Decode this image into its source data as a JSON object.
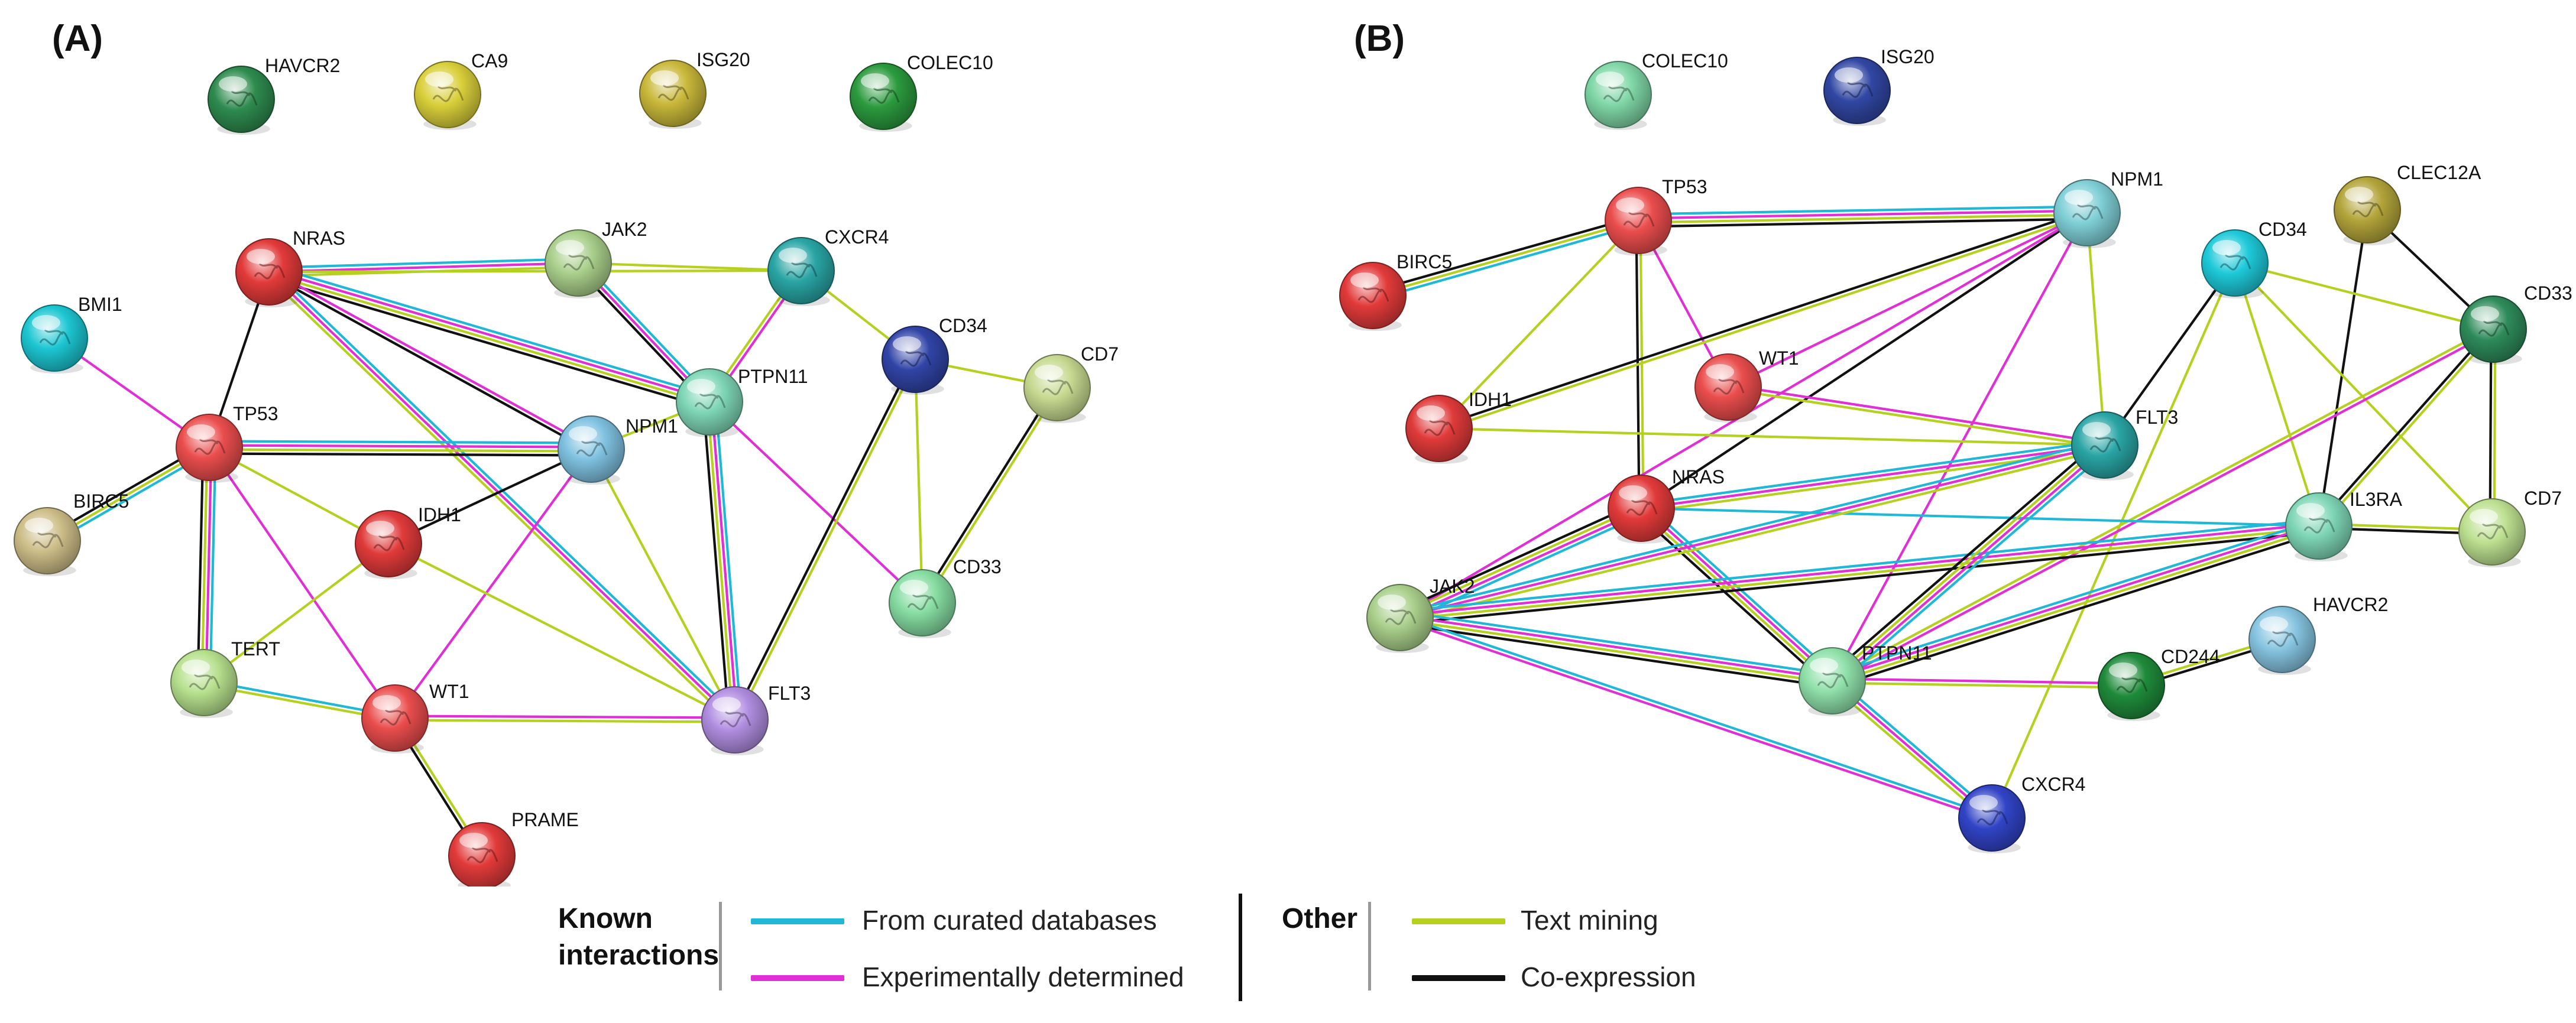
{
  "panels": [
    {
      "label": "(A)",
      "nodes": [
        {
          "id": "HAVCR2",
          "color": "#2e8b4e"
        },
        {
          "id": "CA9",
          "color": "#d9cf3a"
        },
        {
          "id": "ISG20",
          "color": "#c9b83a"
        },
        {
          "id": "COLEC10",
          "color": "#2b9a3e"
        },
        {
          "id": "NRAS",
          "color": "#e23a3a"
        },
        {
          "id": "JAK2",
          "color": "#a9cf8b"
        },
        {
          "id": "CXCR4",
          "color": "#2aa5a5"
        },
        {
          "id": "BMI1",
          "color": "#1cc6d2"
        },
        {
          "id": "TP53",
          "color": "#ea4d4d"
        },
        {
          "id": "NPM1",
          "color": "#7fc1e0"
        },
        {
          "id": "PTPN11",
          "color": "#7ed6b6"
        },
        {
          "id": "CD34",
          "color": "#3144a6"
        },
        {
          "id": "CD7",
          "color": "#c6d990"
        },
        {
          "id": "BIRC5",
          "color": "#cdbd88"
        },
        {
          "id": "IDH1",
          "color": "#e03a3a"
        },
        {
          "id": "TERT",
          "color": "#b6e08d"
        },
        {
          "id": "WT1",
          "color": "#ea4d4d"
        },
        {
          "id": "FLT3",
          "color": "#b08de0"
        },
        {
          "id": "CD33",
          "color": "#86dca1"
        },
        {
          "id": "PRAME",
          "color": "#e23a3a"
        }
      ],
      "edges": [
        {
          "a": "NRAS",
          "b": "JAK2",
          "t": [
            "db",
            "exp",
            "txt"
          ]
        },
        {
          "a": "NRAS",
          "b": "CXCR4",
          "t": [
            "txt"
          ]
        },
        {
          "a": "NRAS",
          "b": "PTPN11",
          "t": [
            "db",
            "exp",
            "txt",
            "coex"
          ]
        },
        {
          "a": "NRAS",
          "b": "NPM1",
          "t": [
            "exp",
            "coex"
          ]
        },
        {
          "a": "NRAS",
          "b": "FLT3",
          "t": [
            "db",
            "exp",
            "txt"
          ]
        },
        {
          "a": "NRAS",
          "b": "TP53",
          "t": [
            "coex"
          ]
        },
        {
          "a": "JAK2",
          "b": "CXCR4",
          "t": [
            "txt"
          ]
        },
        {
          "a": "JAK2",
          "b": "PTPN11",
          "t": [
            "db",
            "exp",
            "coex"
          ]
        },
        {
          "a": "CXCR4",
          "b": "PTPN11",
          "t": [
            "exp",
            "txt"
          ]
        },
        {
          "a": "CXCR4",
          "b": "CD34",
          "t": [
            "txt"
          ]
        },
        {
          "a": "BMI1",
          "b": "TP53",
          "t": [
            "exp"
          ]
        },
        {
          "a": "TP53",
          "b": "NPM1",
          "t": [
            "db",
            "exp",
            "txt",
            "coex"
          ]
        },
        {
          "a": "TP53",
          "b": "BIRC5",
          "t": [
            "db",
            "txt",
            "coex"
          ]
        },
        {
          "a": "TP53",
          "b": "TERT",
          "t": [
            "db",
            "exp",
            "txt",
            "coex"
          ]
        },
        {
          "a": "TP53",
          "b": "IDH1",
          "t": [
            "txt"
          ]
        },
        {
          "a": "TP53",
          "b": "WT1",
          "t": [
            "exp"
          ]
        },
        {
          "a": "NPM1",
          "b": "IDH1",
          "t": [
            "coex"
          ]
        },
        {
          "a": "NPM1",
          "b": "WT1",
          "t": [
            "exp"
          ]
        },
        {
          "a": "NPM1",
          "b": "FLT3",
          "t": [
            "txt"
          ]
        },
        {
          "a": "NPM1",
          "b": "PTPN11",
          "t": [
            "txt"
          ]
        },
        {
          "a": "PTPN11",
          "b": "FLT3",
          "t": [
            "db",
            "exp",
            "txt",
            "coex"
          ]
        },
        {
          "a": "PTPN11",
          "b": "CD33",
          "t": [
            "exp"
          ]
        },
        {
          "a": "CD34",
          "b": "FLT3",
          "t": [
            "txt",
            "coex"
          ]
        },
        {
          "a": "CD34",
          "b": "CD7",
          "t": [
            "txt"
          ]
        },
        {
          "a": "CD34",
          "b": "CD33",
          "t": [
            "txt"
          ]
        },
        {
          "a": "CD7",
          "b": "CD33",
          "t": [
            "txt",
            "coex"
          ]
        },
        {
          "a": "IDH1",
          "b": "TERT",
          "t": [
            "txt"
          ]
        },
        {
          "a": "IDH1",
          "b": "FLT3",
          "t": [
            "txt"
          ]
        },
        {
          "a": "TERT",
          "b": "WT1",
          "t": [
            "db",
            "txt"
          ]
        },
        {
          "a": "WT1",
          "b": "FLT3",
          "t": [
            "exp",
            "txt"
          ]
        },
        {
          "a": "WT1",
          "b": "PRAME",
          "t": [
            "txt",
            "coex"
          ]
        }
      ]
    },
    {
      "label": "(B)",
      "nodes": [
        {
          "id": "COLEC10",
          "color": "#7fd6a6"
        },
        {
          "id": "ISG20",
          "color": "#3147a3"
        },
        {
          "id": "TP53",
          "color": "#ea4d4d"
        },
        {
          "id": "NPM1",
          "color": "#7fcfd6"
        },
        {
          "id": "CLEC12A",
          "color": "#b3a43a"
        },
        {
          "id": "BIRC5",
          "color": "#e23a3a"
        },
        {
          "id": "CD34",
          "color": "#1ec9d9"
        },
        {
          "id": "CD33",
          "color": "#2e8b5a"
        },
        {
          "id": "WT1",
          "color": "#ea4d4d"
        },
        {
          "id": "IDH1",
          "color": "#e03a3a"
        },
        {
          "id": "FLT3",
          "color": "#2aa5a5"
        },
        {
          "id": "NRAS",
          "color": "#e23a3a"
        },
        {
          "id": "IL3RA",
          "color": "#7ed6b6"
        },
        {
          "id": "CD7",
          "color": "#bde090"
        },
        {
          "id": "JAK2",
          "color": "#a9cf8b"
        },
        {
          "id": "HAVCR2",
          "color": "#86c4e0"
        },
        {
          "id": "CD244",
          "color": "#1f8a3a"
        },
        {
          "id": "PTPN11",
          "color": "#8fe0a9"
        },
        {
          "id": "CXCR4",
          "color": "#3144c6"
        }
      ],
      "edges": [
        {
          "a": "TP53",
          "b": "NPM1",
          "t": [
            "db",
            "exp",
            "txt",
            "coex"
          ]
        },
        {
          "a": "TP53",
          "b": "BIRC5",
          "t": [
            "db",
            "txt",
            "coex"
          ]
        },
        {
          "a": "TP53",
          "b": "IDH1",
          "t": [
            "txt"
          ]
        },
        {
          "a": "TP53",
          "b": "WT1",
          "t": [
            "exp"
          ]
        },
        {
          "a": "TP53",
          "b": "NRAS",
          "t": [
            "txt",
            "coex"
          ]
        },
        {
          "a": "NPM1",
          "b": "IDH1",
          "t": [
            "txt",
            "coex"
          ]
        },
        {
          "a": "NPM1",
          "b": "WT1",
          "t": [
            "exp"
          ]
        },
        {
          "a": "NPM1",
          "b": "NRAS",
          "t": [
            "coex"
          ]
        },
        {
          "a": "NPM1",
          "b": "FLT3",
          "t": [
            "txt"
          ]
        },
        {
          "a": "NPM1",
          "b": "JAK2",
          "t": [
            "exp"
          ]
        },
        {
          "a": "NPM1",
          "b": "PTPN11",
          "t": [
            "exp"
          ]
        },
        {
          "a": "WT1",
          "b": "FLT3",
          "t": [
            "exp",
            "txt"
          ]
        },
        {
          "a": "IDH1",
          "b": "FLT3",
          "t": [
            "txt"
          ]
        },
        {
          "a": "CLEC12A",
          "b": "CD33",
          "t": [
            "coex"
          ]
        },
        {
          "a": "CLEC12A",
          "b": "IL3RA",
          "t": [
            "coex"
          ]
        },
        {
          "a": "CD34",
          "b": "CD33",
          "t": [
            "txt"
          ]
        },
        {
          "a": "CD34",
          "b": "FLT3",
          "t": [
            "coex"
          ]
        },
        {
          "a": "CD34",
          "b": "IL3RA",
          "t": [
            "txt"
          ]
        },
        {
          "a": "CD34",
          "b": "CD7",
          "t": [
            "txt"
          ]
        },
        {
          "a": "CD34",
          "b": "CXCR4",
          "t": [
            "txt"
          ]
        },
        {
          "a": "CD33",
          "b": "IL3RA",
          "t": [
            "txt",
            "coex"
          ]
        },
        {
          "a": "CD33",
          "b": "CD7",
          "t": [
            "txt",
            "coex"
          ]
        },
        {
          "a": "CD33",
          "b": "PTPN11",
          "t": [
            "exp",
            "txt"
          ]
        },
        {
          "a": "IL3RA",
          "b": "CD7",
          "t": [
            "txt",
            "coex"
          ]
        },
        {
          "a": "NRAS",
          "b": "FLT3",
          "t": [
            "db",
            "exp",
            "txt"
          ]
        },
        {
          "a": "NRAS",
          "b": "IL3RA",
          "t": [
            "db"
          ]
        },
        {
          "a": "NRAS",
          "b": "JAK2",
          "t": [
            "db",
            "exp",
            "txt",
            "coex"
          ]
        },
        {
          "a": "NRAS",
          "b": "PTPN11",
          "t": [
            "db",
            "exp",
            "txt",
            "coex"
          ]
        },
        {
          "a": "JAK2",
          "b": "FLT3",
          "t": [
            "db",
            "exp",
            "txt"
          ]
        },
        {
          "a": "JAK2",
          "b": "IL3RA",
          "t": [
            "db",
            "exp",
            "txt",
            "coex"
          ]
        },
        {
          "a": "JAK2",
          "b": "PTPN11",
          "t": [
            "db",
            "exp",
            "txt",
            "coex"
          ]
        },
        {
          "a": "JAK2",
          "b": "CXCR4",
          "t": [
            "db",
            "exp"
          ]
        },
        {
          "a": "FLT3",
          "b": "PTPN11",
          "t": [
            "db",
            "exp",
            "txt",
            "coex"
          ]
        },
        {
          "a": "PTPN11",
          "b": "IL3RA",
          "t": [
            "db",
            "exp",
            "txt",
            "coex"
          ]
        },
        {
          "a": "PTPN11",
          "b": "CD244",
          "t": [
            "exp",
            "txt"
          ]
        },
        {
          "a": "PTPN11",
          "b": "CXCR4",
          "t": [
            "db",
            "exp",
            "txt"
          ]
        },
        {
          "a": "CD244",
          "b": "HAVCR2",
          "t": [
            "txt",
            "coex"
          ]
        }
      ]
    }
  ],
  "legend": {
    "known_title_line1": "Known",
    "known_title_line2": "interactions",
    "db_label": "From curated databases",
    "exp_label": "Experimentally determined",
    "other_title": "Other",
    "txt_label": "Text mining",
    "coex_label": "Co-expression",
    "colors": {
      "db": "#1fb8d6",
      "exp": "#e02fd4",
      "txt": "#b6d020",
      "coex": "#111111"
    }
  }
}
